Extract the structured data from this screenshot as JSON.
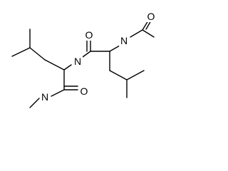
{
  "molecule": {
    "atom_labels": {
      "carbonyl_oxygen_right": "O",
      "amide_nitrogen_right": "N",
      "acetyl_oxygen": "O",
      "amide_nitrogen_middle": "N",
      "carbonyl_oxygen_middle": "O",
      "amide_nitrogen_left": "N"
    },
    "line_color": "#000000",
    "background_color": "#ffffff"
  }
}
